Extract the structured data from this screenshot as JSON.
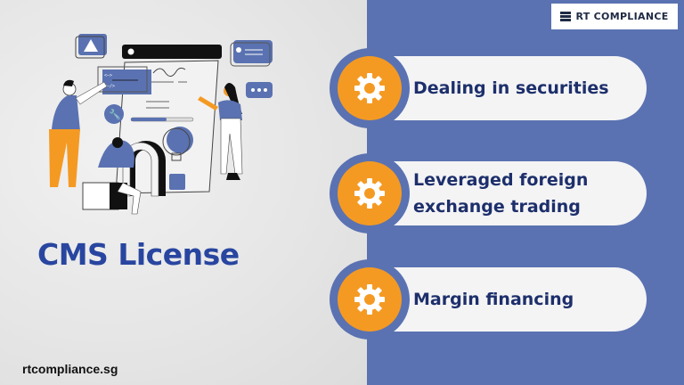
{
  "brand": {
    "logo_text": "RT COMPLIANCE",
    "website": "rtcompliance.sg"
  },
  "heading": {
    "title": "CMS License"
  },
  "illustration": {
    "description": "team-collaboration-illustration"
  },
  "activities": [
    {
      "icon": "gear-icon",
      "label": "Dealing in securities"
    },
    {
      "icon": "gear-icon",
      "label": "Leveraged foreign exchange trading",
      "line1": "Leveraged foreign",
      "line2": "exchange trading"
    },
    {
      "icon": "gear-icon",
      "label": "Margin financing"
    }
  ],
  "colors": {
    "panel_blue": "#5a72b1",
    "accent_orange": "#f49a23",
    "title_blue": "#2846a0",
    "text_navy": "#1d2f6b",
    "pill_bg": "#f4f4f5"
  }
}
